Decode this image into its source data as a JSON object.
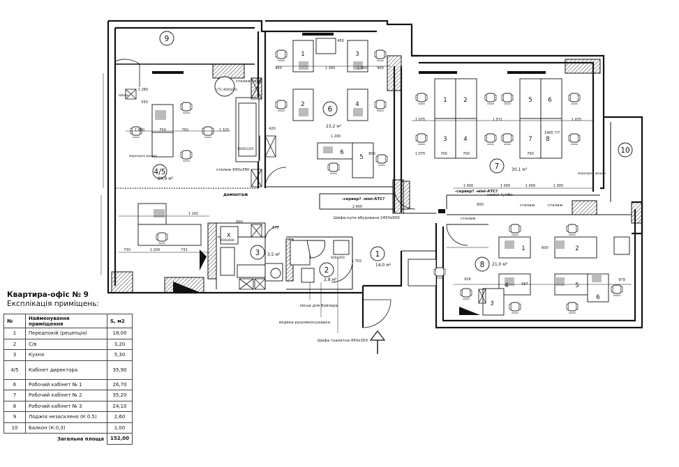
{
  "plan": {
    "title": "Квартира-офіс № 9",
    "subtitle": "Експлікація приміщень:",
    "table": {
      "headers": [
        "№",
        "Найменування приміщення",
        "S, м2"
      ],
      "rows": [
        {
          "num": "1",
          "name": "Передпокій (рецепція)",
          "area": "18,00"
        },
        {
          "num": "2",
          "name": "С/в",
          "area": "3,20"
        },
        {
          "num": "3",
          "name": "Кухня",
          "area": "5,30"
        },
        {
          "num": "4/5",
          "name": "Кабінет директора",
          "area": "35,90"
        },
        {
          "num": "6",
          "name": "Робочий кабінет № 1",
          "area": "26,70"
        },
        {
          "num": "7",
          "name": "Робочий кабінет № 2",
          "area": "35,20"
        },
        {
          "num": "8",
          "name": "Робочий кабінет № 3",
          "area": "24,10"
        },
        {
          "num": "9",
          "name": "Лоджія незасклено (К 0.5)",
          "area": "2,60"
        },
        {
          "num": "10",
          "name": "Балкон (К.0,3)",
          "area": "1,00"
        }
      ],
      "total_label": "Загальна площа",
      "total_value": "152,00"
    },
    "room_numbers": [
      "9",
      "4/5",
      "6",
      "7",
      "10",
      "3",
      "1",
      "2",
      "8"
    ],
    "room_areas": [
      "29,9 м²",
      "23,2 м²",
      "30,1 м²",
      "3,5 м²",
      "14,0 м²",
      "2,8 м²",
      "21,0 м²"
    ],
    "desk_numbers": [
      "1",
      "3",
      "2",
      "4",
      "6",
      "5",
      "1",
      "2",
      "3",
      "4",
      "5",
      "6",
      "7",
      "8",
      "1",
      "2",
      "4",
      "5",
      "3",
      "6"
    ],
    "dimensions": [
      "900",
      "1 160",
      "1 060",
      "900",
      "1 280",
      "550",
      "750",
      "750",
      "1 325",
      "1 000",
      "420",
      "600",
      "450",
      "1 200",
      "700",
      "800",
      "1 075",
      "1 571",
      "1 075",
      "700",
      "700",
      "1 075",
      "1 000",
      "1 000",
      "1 000",
      "1 000",
      "2 400",
      "1 191",
      "730",
      "1 200",
      "731",
      "672",
      "916",
      "587",
      "979",
      "1 702",
      "600",
      "600"
    ],
    "labels": {
      "shelf_safe": "стелаж сейф",
      "safe_size": "СТЕ (600Х400)",
      "shelf_director": "стелаж 600х380",
      "dismantle": "демонтаж",
      "server_1": "-сервер? -міні-АТС?",
      "server_2": "-сервер? -міні-АТС?",
      "wardrobe": "Шафа-купе вбудована 2450х600",
      "shelf_r7": "стелаж",
      "shelf_r7b": "стелаж",
      "shelf_r8": "стелаж",
      "cabinets": "нижні тумби",
      "boiler": "місце для бойлера",
      "towel": "водяна рушникосушарка",
      "toilet_cab": "Шафа туалетна 450х350",
      "marker_board": "маркерна дошка",
      "marker_board_2": "маркерна дошка",
      "wall_rack": "Шафа",
      "kitchen_x": "X",
      "kitchen_dim": "600х600",
      "bath_dim": "600х450",
      "sofa_size": "1000Х1200",
      "r7_sofa": "1400 ???"
    }
  }
}
